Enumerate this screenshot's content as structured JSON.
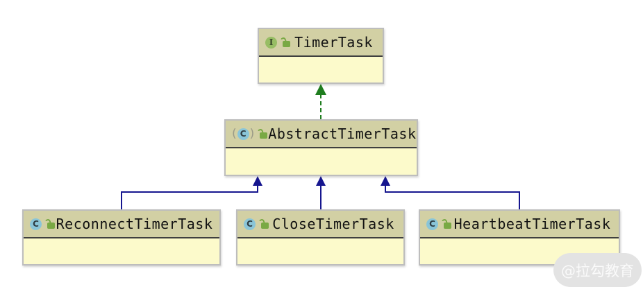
{
  "diagram": {
    "kind": "uml-class-diagram",
    "classes": [
      {
        "name": "TimerTask",
        "kind": "interface",
        "icon": "interface-icon",
        "icon_letter": "I",
        "visibility_icon": "unlocked-lock-icon"
      },
      {
        "name": "AbstractTimerTask",
        "kind": "abstract-class",
        "icon": "abstract-class-icon",
        "icon_letter": "C",
        "visibility_icon": "unlocked-lock-icon"
      },
      {
        "name": "ReconnectTimerTask",
        "kind": "class",
        "icon": "class-icon",
        "icon_letter": "C",
        "visibility_icon": "unlocked-lock-icon"
      },
      {
        "name": "CloseTimerTask",
        "kind": "class",
        "icon": "class-icon",
        "icon_letter": "C",
        "visibility_icon": "unlocked-lock-icon"
      },
      {
        "name": "HeartbeatTimerTask",
        "kind": "class",
        "icon": "class-icon",
        "icon_letter": "C",
        "visibility_icon": "unlocked-lock-icon"
      }
    ],
    "relations": [
      {
        "from": "AbstractTimerTask",
        "to": "TimerTask",
        "type": "implements",
        "line_style": "dashed-green"
      },
      {
        "from": "ReconnectTimerTask",
        "to": "AbstractTimerTask",
        "type": "extends",
        "line_style": "solid-blue"
      },
      {
        "from": "CloseTimerTask",
        "to": "AbstractTimerTask",
        "type": "extends",
        "line_style": "solid-blue"
      },
      {
        "from": "HeartbeatTimerTask",
        "to": "AbstractTimerTask",
        "type": "extends",
        "line_style": "solid-blue"
      }
    ]
  },
  "colors": {
    "header_bg": "#d2d0a4",
    "body_bg": "#fcfacb",
    "box_border": "#bdbdbd",
    "separator": "#3f3f3f",
    "implements_arrow": "#1f7d1f",
    "extends_arrow": "#16168f",
    "interface_icon_bg": "#97bd64",
    "class_icon_bg": "#8ac5d8",
    "lock_icon": "#79a944",
    "canvas_bg": "#ffffff",
    "watermark_bg": "#e3e3e3",
    "watermark_text": "#fafafa"
  },
  "watermark": {
    "text": "@拉勾教育"
  }
}
